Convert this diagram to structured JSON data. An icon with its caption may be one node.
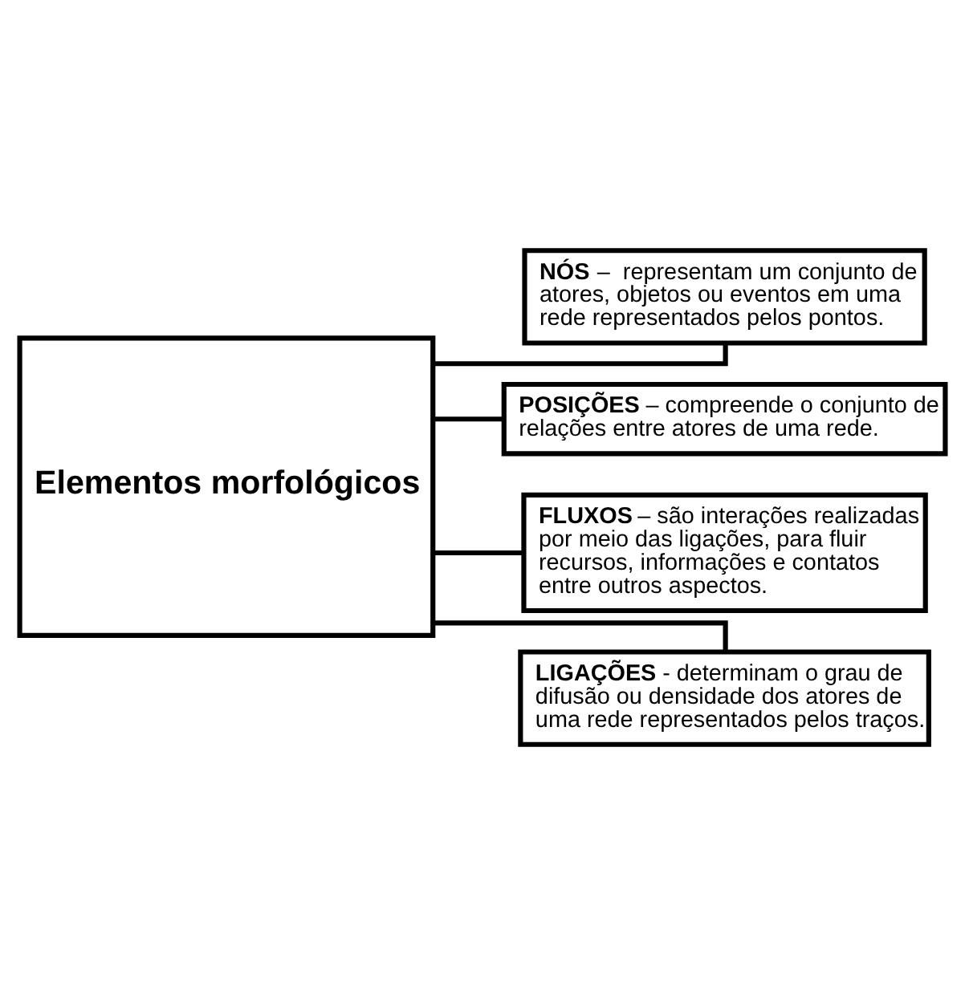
{
  "diagram": {
    "nodes": [
      {
        "text": [
          "Elementos morfológicos"
        ]
      },
      {
        "text": [
          "**NÓS** –  representam um conjunto de atores, objetos ou eventos em uma rede representados pelos pontos."
        ]
      },
      {
        "text": [
          "**POSIÇÕES** – compreende o conjunto de relações entre atores de uma rede."
        ]
      },
      {
        "text": [
          "**FLUXOS** – são interações realizadas por meio das ligações, para fluir recursos, informações e contatos entre outros aspectos."
        ]
      },
      {
        "text": [
          "**LIGAÇÕES** - determinam o grau de difusão ou densidade dos atores de uma rede representados pelos traços."
        ]
      }
    ],
    "edges": [
      {
        "from": 0,
        "to": 1,
        "arrow": "none"
      },
      {
        "from": 0,
        "to": 2,
        "arrow": "none"
      },
      {
        "from": 0,
        "to": 3,
        "arrow": "none"
      },
      {
        "from": 0,
        "to": 4,
        "arrow": "none"
      }
    ]
  }
}
